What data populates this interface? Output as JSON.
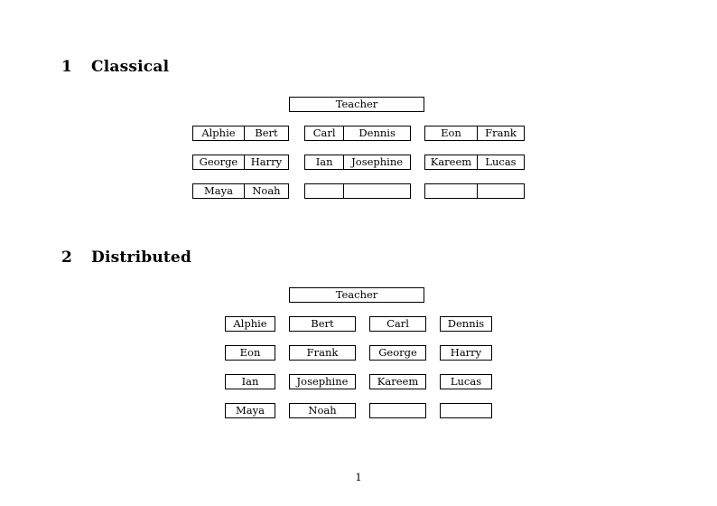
{
  "document": {
    "page_number": "1"
  },
  "sections": [
    {
      "number": "1",
      "title": "Classical",
      "teacher_label": "Teacher",
      "groups": [
        {
          "name": "left-group",
          "rows": [
            {
              "left": "Alphie",
              "right": "Bert"
            },
            {
              "left": "George",
              "right": "Harry"
            },
            {
              "left": "Maya",
              "right": "Noah"
            }
          ]
        },
        {
          "name": "middle-group",
          "rows": [
            {
              "left": "Carl",
              "right": "Dennis"
            },
            {
              "left": "Ian",
              "right": "Josephine"
            },
            {
              "left": "",
              "right": ""
            }
          ]
        },
        {
          "name": "right-group",
          "rows": [
            {
              "left": "Eon",
              "right": "Frank"
            },
            {
              "left": "Kareem",
              "right": "Lucas"
            },
            {
              "left": "",
              "right": ""
            }
          ]
        }
      ]
    },
    {
      "number": "2",
      "title": "Distributed",
      "teacher_label": "Teacher",
      "rows": [
        [
          "Alphie",
          "Bert",
          "Carl",
          "Dennis"
        ],
        [
          "Eon",
          "Frank",
          "George",
          "Harry"
        ],
        [
          "Ian",
          "Josephine",
          "Kareem",
          "Lucas"
        ],
        [
          "Maya",
          "Noah",
          "",
          ""
        ]
      ]
    }
  ]
}
